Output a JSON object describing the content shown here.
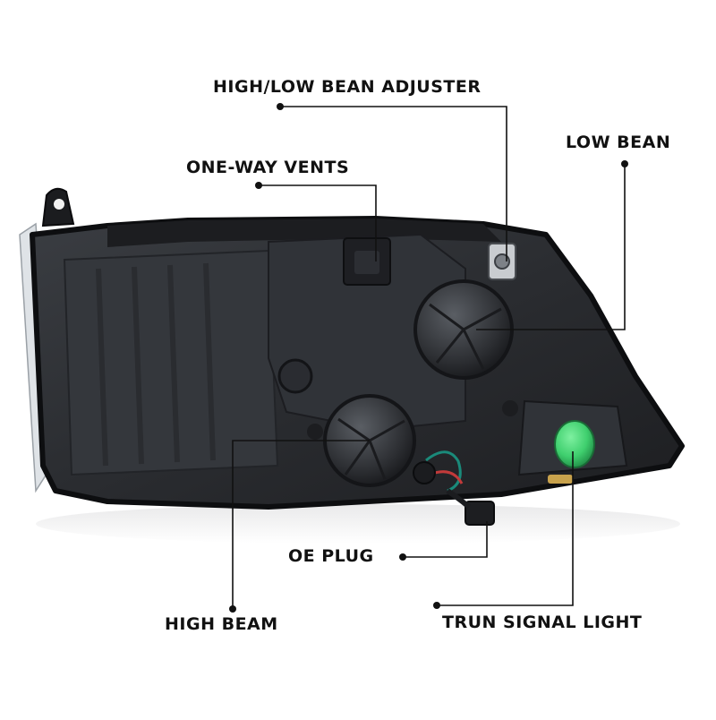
{
  "callouts": {
    "high_low_adjuster": "HIGH/LOW BEAN ADJUSTER",
    "low_bean": "LOW BEAN",
    "one_way_vents": "ONE-WAY VENTS",
    "oe_plug": "OE PLUG",
    "high_beam": "HIGH BEAM",
    "turn_signal": "TRUN SIGNAL LIGHT"
  },
  "colors": {
    "housing": "#2a2c30",
    "housing_edge": "#0d0e10",
    "accent_cap": "#3fcf6e",
    "line": "#111111"
  }
}
